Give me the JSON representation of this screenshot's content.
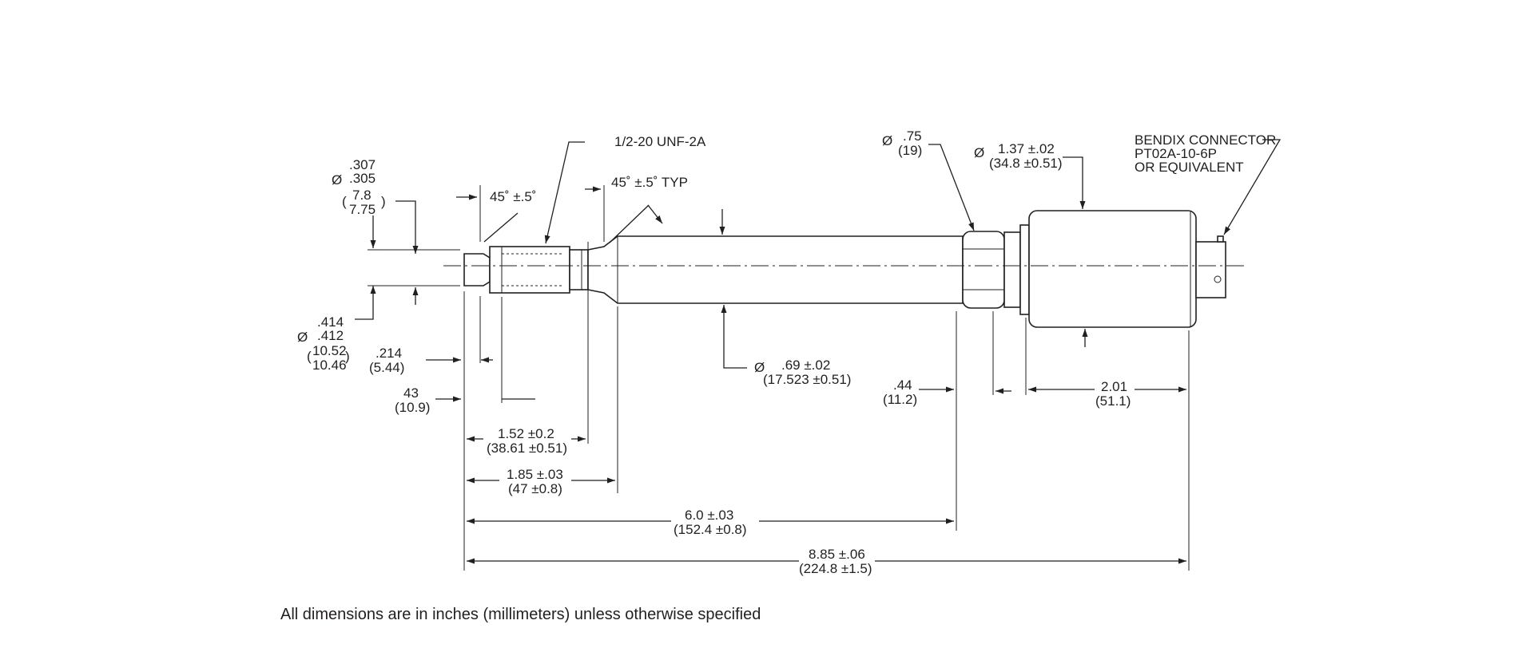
{
  "labels": {
    "thread": "1/2-20 UNF-2A",
    "chamfer_tip": "45˚ ±.5˚",
    "chamfer_body": "45˚ ±.5˚ TYP",
    "dia_symbol": "Ø",
    "tip_dia_max": ".307",
    "tip_dia_min": ".305",
    "tip_dia_mm_max": "7.8",
    "tip_dia_mm_min": "7.75",
    "thread_dia_max": ".414",
    "thread_dia_min": ".412",
    "thread_dia_mm_max": "10.52",
    "thread_dia_mm_min": "10.46",
    "tip_len_in": ".214",
    "tip_len_mm": "(5.44)",
    "tip_len2_in": "43",
    "tip_len2_mm": "(10.9)",
    "stem_dia_in": ".69 ±.02",
    "stem_dia_mm": "(17.523 ±0.51)",
    "hex_dia_in": ".75",
    "hex_dia_mm": "(19)",
    "housing_dia_in": "1.37 ±.02",
    "housing_dia_mm": "(34.8 ±0.51)",
    "connector_l1": "BENDIX CONNECTOR",
    "connector_l2": "PT02A-10-6P",
    "connector_l3": "OR EQUIVALENT",
    "hex_len_in": ".44",
    "hex_len_mm": "(11.2)",
    "housing_len_in": "2.01",
    "housing_len_mm": "(51.1)",
    "thread_len_in": "1.52 ±0.2",
    "thread_len_mm": "(38.61 ±0.51)",
    "neck_len_in": "1.85 ±.03",
    "neck_len_mm": "(47 ±0.8)",
    "stem_len_in": "6.0 ±.03",
    "stem_len_mm": "(152.4 ±0.8)",
    "total_len_in": "8.85 ±.06",
    "total_len_mm": "(224.8 ±1.5)"
  },
  "footnote": "All dimensions are in inches (millimeters) unless otherwise specified"
}
